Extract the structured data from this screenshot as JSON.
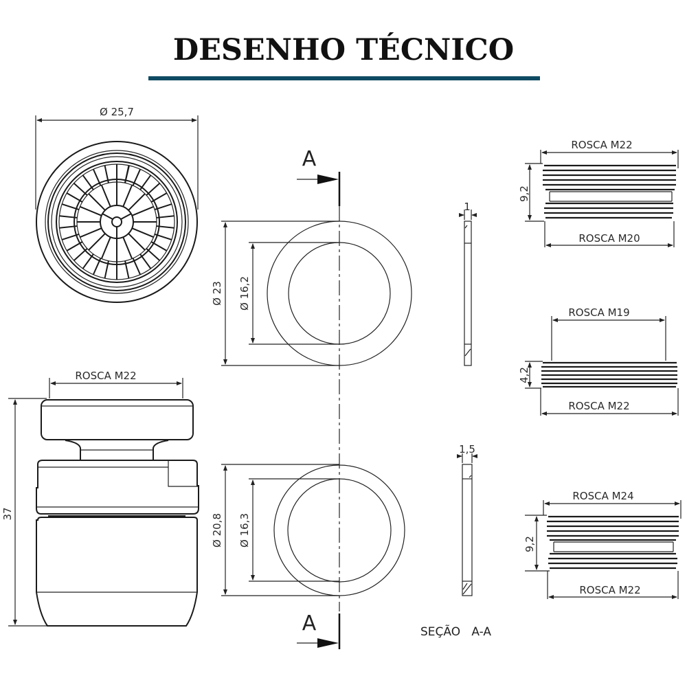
{
  "title": "DESENHO TÉCNICO",
  "colors": {
    "title_rule": "#0f4a63",
    "line": "#1a1a1a"
  },
  "top_view": {
    "diameter_label": "Ø 25,7"
  },
  "side_view": {
    "thread_label": "ROSCA M22",
    "height_label": "37"
  },
  "washer_1": {
    "outer_label": "Ø 23",
    "inner_label": "Ø 16,2",
    "thickness_label": "1"
  },
  "washer_2": {
    "outer_label": "Ø 20,8",
    "inner_label": "Ø 16,3",
    "thickness_label": "1,5"
  },
  "section": {
    "marker_top": "A",
    "marker_bottom": "A",
    "caption": "SEÇÃO   A-A"
  },
  "adapters": [
    {
      "top_label": "ROSCA M22",
      "bottom_label": "ROSCA M20",
      "height_label": "9,2"
    },
    {
      "top_label": "ROSCA M19",
      "bottom_label": "ROSCA M22",
      "height_label": "4,2"
    },
    {
      "top_label": "ROSCA M24",
      "bottom_label": "ROSCA M22",
      "height_label": "9,2"
    }
  ]
}
